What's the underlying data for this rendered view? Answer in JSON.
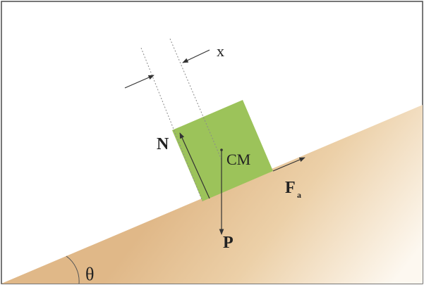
{
  "labels": {
    "normal_force": "N",
    "center_of_mass": "CM",
    "friction_main": "F",
    "friction_sub": "a",
    "weight": "P",
    "displacement": "x",
    "angle": "θ"
  },
  "colors": {
    "frame": "#4a4a4a",
    "block_fill": "#9cc35a",
    "slope_light": "#fdf8f0",
    "slope_dark": "#e2bc8c",
    "arrow": "#333333",
    "guide_line": "#8a8a8a"
  },
  "icons": {
    "angle_arc": "angle-arc-icon",
    "arrows": "arrowhead-icon"
  }
}
